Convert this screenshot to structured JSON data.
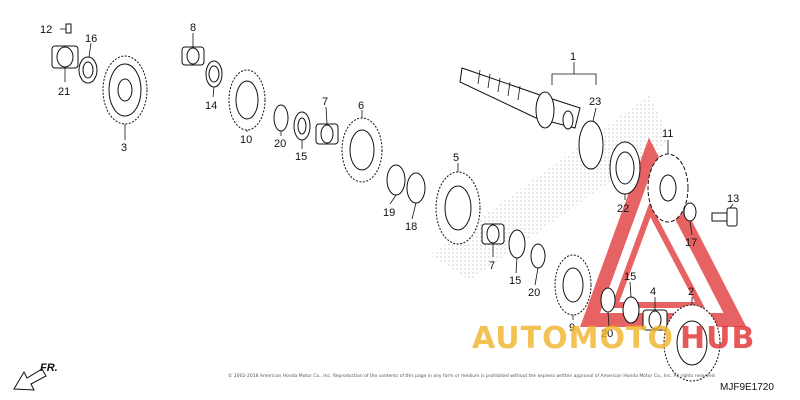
{
  "diagram": {
    "callouts": [
      {
        "id": "12",
        "label": "12"
      },
      {
        "id": "16",
        "label": "16"
      },
      {
        "id": "21",
        "label": "21"
      },
      {
        "id": "3",
        "label": "3"
      },
      {
        "id": "8",
        "label": "8"
      },
      {
        "id": "14",
        "label": "14"
      },
      {
        "id": "10",
        "label": "10"
      },
      {
        "id": "20a",
        "label": "20"
      },
      {
        "id": "15a",
        "label": "15"
      },
      {
        "id": "7a",
        "label": "7"
      },
      {
        "id": "6",
        "label": "6"
      },
      {
        "id": "19",
        "label": "19"
      },
      {
        "id": "18",
        "label": "18"
      },
      {
        "id": "5",
        "label": "5"
      },
      {
        "id": "7b",
        "label": "7"
      },
      {
        "id": "15b",
        "label": "15"
      },
      {
        "id": "20b",
        "label": "20"
      },
      {
        "id": "1",
        "label": "1"
      },
      {
        "id": "23",
        "label": "23"
      },
      {
        "id": "11",
        "label": "11"
      },
      {
        "id": "22",
        "label": "22"
      },
      {
        "id": "13",
        "label": "13"
      },
      {
        "id": "17",
        "label": "17"
      },
      {
        "id": "9",
        "label": "9"
      },
      {
        "id": "15c",
        "label": "15"
      },
      {
        "id": "4",
        "label": "4"
      },
      {
        "id": "20c",
        "label": "20"
      },
      {
        "id": "2",
        "label": "2"
      }
    ],
    "direction_label": "FR.",
    "diagram_code": "MJF9E1720",
    "copyright": "© 2002-2018 American Honda Motor Co., Inc. Reproduction of the contents of this page in any form or medium is prohibited without the express written approval of American Honda Motor Co., Inc. All rights reserved.",
    "watermark": {
      "brand": "AUTOMOTOHUB",
      "color_red": "#e03030",
      "color_gold": "#f0b429"
    }
  }
}
